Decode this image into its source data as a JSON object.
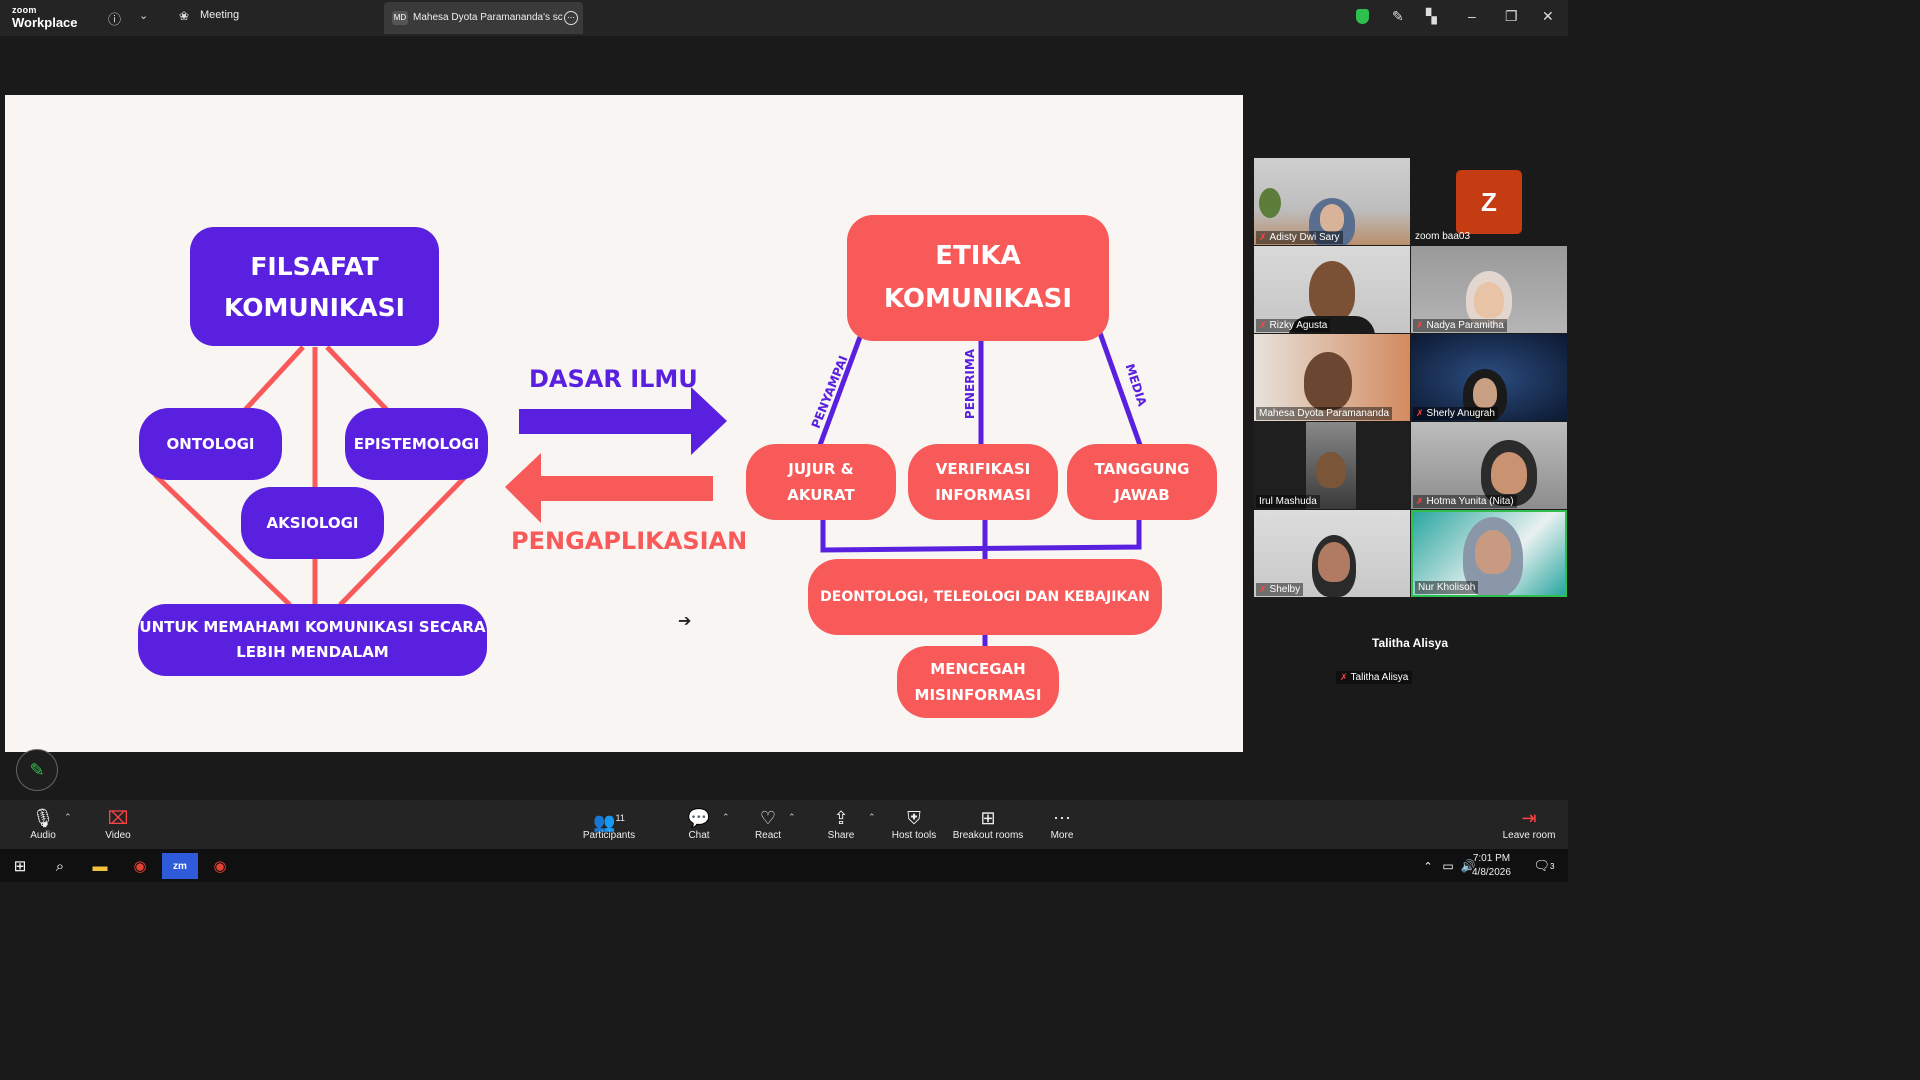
{
  "titlebar": {
    "logo_small": "zoom",
    "logo_big": "Workplace",
    "meeting_tab": "Meeting",
    "share_badge": "MD",
    "share_tab": "Mahesa Dyota Paramananda's scr"
  },
  "slide": {
    "filsafat": [
      "FILSAFAT",
      "KOMUNIKASI"
    ],
    "ontologi": "ONTOLOGI",
    "epistemologi": "EPISTEMOLOGI",
    "aksiologi": "AKSIOLOGI",
    "untuk": [
      "UNTUK MEMAHAMI KOMUNIKASI SECARA",
      "LEBIH MENDALAM"
    ],
    "dasar_ilmu": "DASAR ILMU",
    "pengaplikasian": "PENGAPLIKASIAN",
    "etika": [
      "ETIKA",
      "KOMUNIKASI"
    ],
    "penyampai": "PENYAMPAI",
    "penerima": "PENERIMA",
    "media": "MEDIA",
    "jujur": [
      "JUJUR &",
      "AKURAT"
    ],
    "verifikasi": [
      "VERIFIKASI",
      "INFORMASI"
    ],
    "tanggung": [
      "TANGGUNG",
      "JAWAB"
    ],
    "deontologi": "DEONTOLOGI, TELEOLOGI DAN KEBAJIKAN",
    "mencegah": [
      "MENCEGAH",
      "MISINFORMASI"
    ],
    "colors": {
      "purple": "#5a20e0",
      "coral": "#f85a5a",
      "background": "#f8f5f3"
    }
  },
  "participants_gallery": [
    {
      "name": "Adisty Dwi Sary"
    },
    {
      "name": "zoom baa03",
      "avatar_letter": "Z"
    },
    {
      "name": "Rizky Agusta"
    },
    {
      "name": "Nadya Paramitha"
    },
    {
      "name": "Mahesa Dyota Paramananda"
    },
    {
      "name": "Sherly Anugrah"
    },
    {
      "name": "Irul Mashuda"
    },
    {
      "name": "Hotma Yunita (Nita)"
    },
    {
      "name": "Shelby"
    },
    {
      "name": "Nur Kholisoh"
    }
  ],
  "talitha": {
    "title": "Talitha Alisya",
    "tag": "Talitha Alisya"
  },
  "toolbar": {
    "audio": "Audio",
    "video": "Video",
    "participants": "Participants",
    "participants_count": "11",
    "chat": "Chat",
    "react": "React",
    "share": "Share",
    "host_tools": "Host tools",
    "breakout": "Breakout rooms",
    "more": "More",
    "leave": "Leave room"
  },
  "taskbar": {
    "time": "7:01 PM",
    "date": "4/8/2026",
    "notif_count": "3"
  }
}
